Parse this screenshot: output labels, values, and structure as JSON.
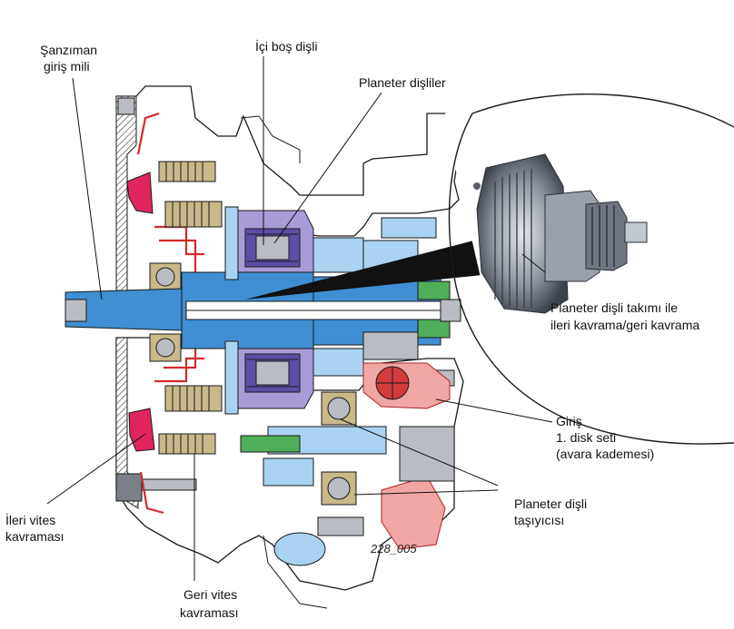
{
  "labels": {
    "transmission_input_shaft": [
      "Şanzıman",
      "giriş mili"
    ],
    "hollow_gear": "İçi boş dişli",
    "planet_gears": "Planeter dişliler",
    "planet_set_with_clutch": [
      "Planeter dişli takımı ile",
      "ileri kavrama/geri kavrama"
    ],
    "input_disk_set": [
      "Giriş",
      "1. disk seti",
      "(avara kademesi)"
    ],
    "planet_carrier": [
      "Planeter dişli",
      "taşıyıcısı"
    ],
    "forward_clutch": [
      "İleri vites",
      "kavraması"
    ],
    "reverse_clutch": [
      "Geri vites",
      "kavraması"
    ]
  },
  "figure_ref": "228_005",
  "colors": {
    "shaft_blue": "#3f8fd2",
    "light_blue": "#a9d3f0",
    "planet_purple": "#5d4ea8",
    "clutch_red": "#e0245e",
    "oil_pink": "#f1a6a6",
    "bearing_tan": "#c8b88a",
    "seal_green": "#4fae5a",
    "grey_part": "#b9bcc2"
  }
}
